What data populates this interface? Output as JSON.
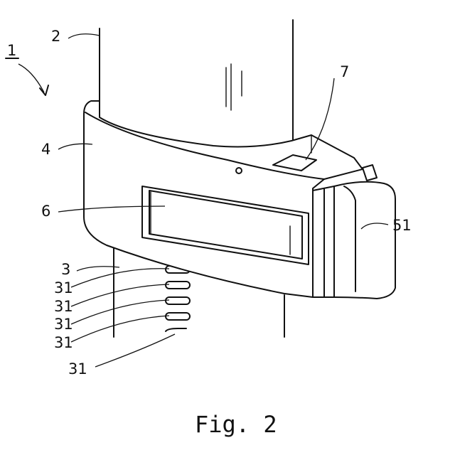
{
  "figure": {
    "caption": "Fig. 2",
    "labels": {
      "device": "1",
      "column": "2",
      "lower_column": "3",
      "body": "4",
      "window": "6",
      "top_part": "7",
      "side_handle": "51",
      "slots": [
        "31",
        "31",
        "31",
        "31",
        "31"
      ]
    }
  }
}
